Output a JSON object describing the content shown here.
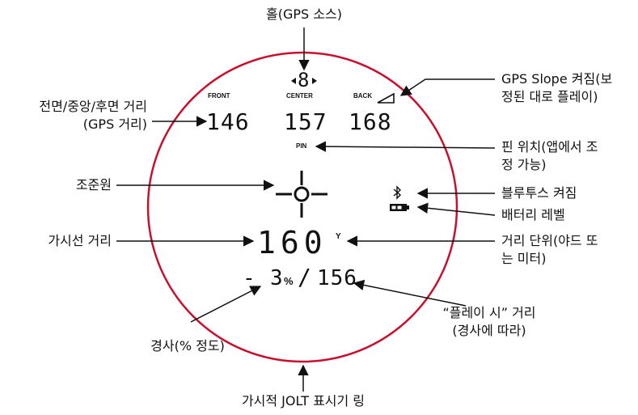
{
  "colors": {
    "ring": "#c8102e",
    "ink": "#111111"
  },
  "display": {
    "hole_number": "8",
    "front_label": "FRONT",
    "center_label": "CENTER",
    "back_label": "BACK",
    "front_distance": "146",
    "center_distance": "157",
    "back_distance": "168",
    "pin_label": "PIN",
    "los_distance": "160",
    "unit": "Y",
    "slope_sign": "-",
    "slope_value": "3",
    "slope_percent": "%",
    "slope_divider": "/",
    "plays_like": "156"
  },
  "callouts": {
    "hole": "홀(GPS 소스)",
    "slope_line1": "GPS Slope 켜짐(보",
    "slope_line2": "정된 대로 플레이)",
    "gps_distances_line1": "전면/중앙/후면 거리",
    "gps_distances_line2": "(GPS 거리)",
    "pin_line1": "핀 위치(앱에서 조",
    "pin_line2": "정 가능)",
    "reticle": "조준원",
    "bluetooth": "블루투스 켜짐",
    "battery": "배터리 레벨",
    "los": "가시선 거리",
    "unit_line1": "거리 단위(야드 또",
    "unit_line2": "는 미터)",
    "plays_like_line1": "“플레이 시” 거리",
    "plays_like_line2": "(경사에 따라)",
    "slope_pct": "경사(% 정도)",
    "ring": "가시적 JOLT 표시기 링"
  }
}
